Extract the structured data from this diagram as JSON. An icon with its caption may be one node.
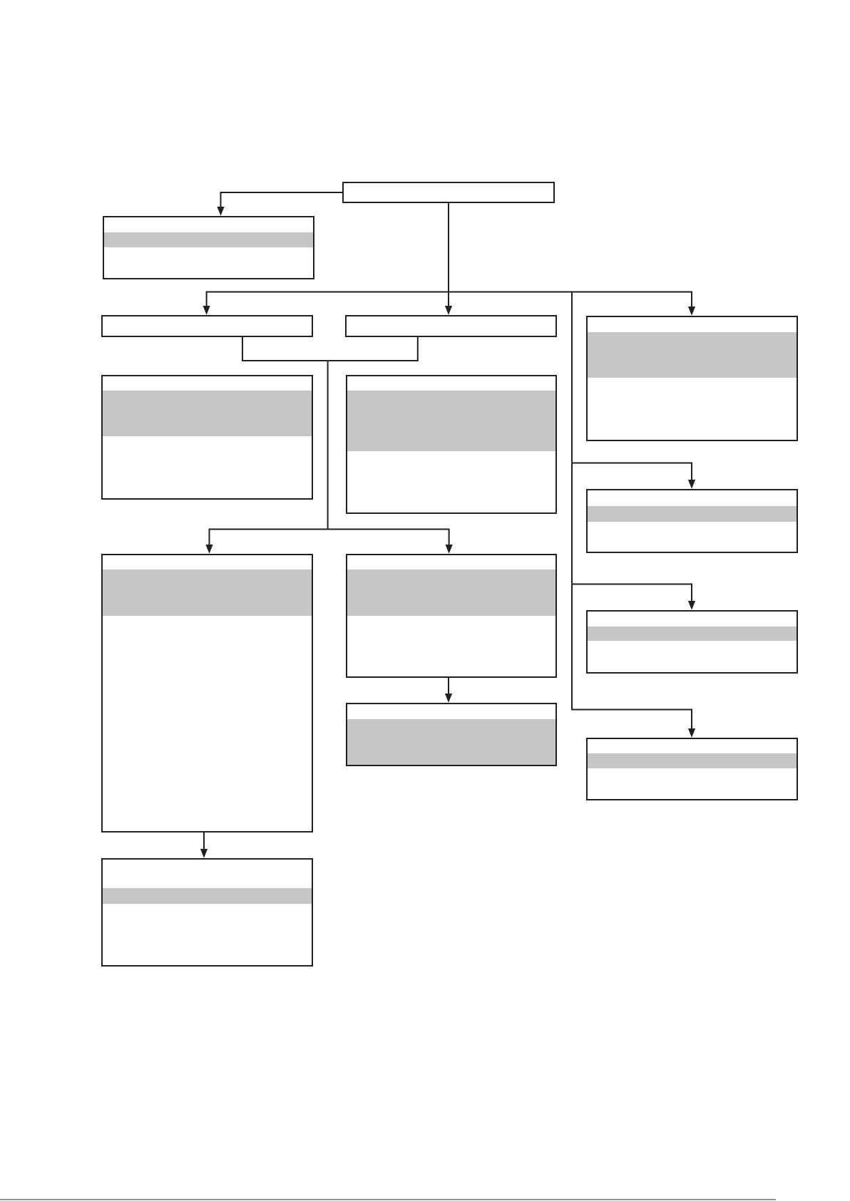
{
  "diagram": {
    "nodes": [
      {
        "text": [],
        "shape": "box"
      },
      {
        "text": [],
        "shape": "box"
      },
      {
        "text": [],
        "shape": "box"
      },
      {
        "text": [],
        "shape": "box"
      },
      {
        "text": [],
        "shape": "box"
      },
      {
        "text": [],
        "shape": "box"
      },
      {
        "text": [],
        "shape": "box"
      },
      {
        "text": [],
        "shape": "box"
      },
      {
        "text": [],
        "shape": "box"
      },
      {
        "text": [],
        "shape": "box"
      },
      {
        "text": [],
        "shape": "box"
      },
      {
        "text": [],
        "shape": "box"
      },
      {
        "text": [],
        "shape": "box"
      },
      {
        "text": [],
        "shape": "box"
      }
    ],
    "edges": [
      {
        "from": 0,
        "to": 1,
        "arrow": "to"
      },
      {
        "from": 0,
        "to": 2,
        "arrow": "to"
      },
      {
        "from": 0,
        "to": 3,
        "arrow": "to"
      },
      {
        "from": 0,
        "to": 4,
        "arrow": "to"
      },
      {
        "from": 0,
        "to": 7,
        "arrow": "to"
      },
      {
        "from": 0,
        "to": 10,
        "arrow": "to"
      },
      {
        "from": 0,
        "to": 12,
        "arrow": "to"
      },
      {
        "from": 2,
        "to": 8,
        "arrow": "to"
      },
      {
        "from": 2,
        "to": 9,
        "arrow": "to"
      },
      {
        "from": 3,
        "to": 8,
        "arrow": "to"
      },
      {
        "from": 3,
        "to": 9,
        "arrow": "to"
      },
      {
        "from": 9,
        "to": 11,
        "arrow": "to"
      },
      {
        "from": 8,
        "to": 13,
        "arrow": "to"
      }
    ]
  }
}
